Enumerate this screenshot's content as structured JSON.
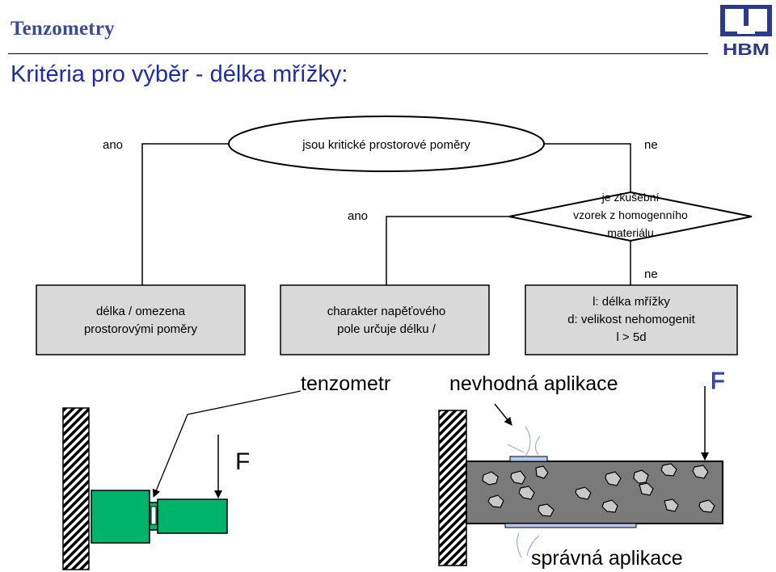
{
  "header": {
    "title": "Tenzometry",
    "heading": "Kritéria pro výběr - délka mřížky:",
    "logo_text": "HBM"
  },
  "flowchart": {
    "question1": "jsou kritické prostorové poměry",
    "question1_yes": "ano",
    "question1_no": "ne",
    "question2_lines": [
      "je zkušební",
      "vzorek z  homogenního",
      "materiálu"
    ],
    "question2_yes": "ano",
    "question2_no": "ne",
    "box1_lines": [
      "délka / omezena",
      "prostorovými poměry"
    ],
    "box2_lines": [
      "charakter napěťového",
      "pole určuje délku /"
    ],
    "box3_lines": [
      "l: délka mřížky",
      "d: velikost nehomogenit",
      "l > 5d"
    ]
  },
  "illustration": {
    "label_gauge": "tenzometr",
    "label_bad": "nevhodná aplikace",
    "label_good": "správná aplikace",
    "force_left": "F",
    "force_right": "F"
  },
  "colors": {
    "title": "#3a4a99",
    "heading": "#1d2bb0",
    "box_fill": "#d9d9d9",
    "beam_green": "#00b36b",
    "concrete": "#7a7a7a",
    "gauge_blue": "#b8c8ee"
  }
}
